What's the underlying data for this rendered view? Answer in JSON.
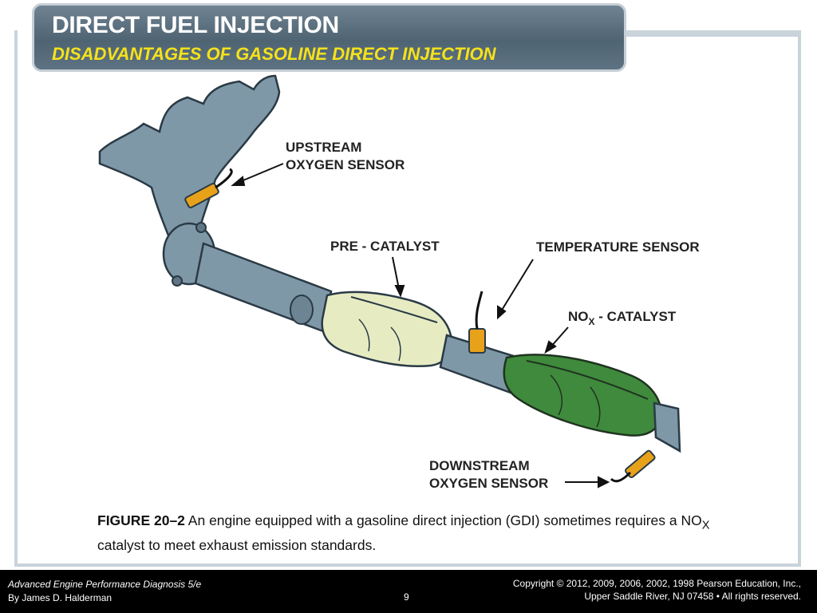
{
  "header": {
    "title": "DIRECT FUEL INJECTION",
    "subtitle": "DISADVANTAGES OF GASOLINE DIRECT INJECTION"
  },
  "diagram": {
    "labels": {
      "upstream_line1": "UPSTREAM",
      "upstream_line2": "OXYGEN SENSOR",
      "pre_catalyst": "PRE - CATALYST",
      "temperature_sensor": "TEMPERATURE SENSOR",
      "nox_main": "NO",
      "nox_sub": "X",
      "nox_rest": " - CATALYST",
      "downstream_line1": "DOWNSTREAM",
      "downstream_line2": "OXYGEN SENSOR"
    },
    "colors": {
      "pipe": "#7f98a8",
      "pre_catalyst": "#e6ebc2",
      "nox_catalyst": "#3f8a3c",
      "sensor": "#e8a21a"
    }
  },
  "caption": {
    "figure": "FIGURE 20–2",
    "text1": " An engine equipped with a gasoline direct injection (GDI) sometimes requires a NO",
    "sub": "X",
    "text2": " catalyst to meet exhaust emission standards."
  },
  "footer": {
    "book": "Advanced Engine Performance Diagnosis 5/e",
    "author": "By James D. Halderman",
    "page": "9",
    "copyright1": "Copyright © 2012, 2009, 2006, 2002, 1998 Pearson Education, Inc.,",
    "copyright2": "Upper Saddle River, NJ 07458 • All rights reserved."
  }
}
